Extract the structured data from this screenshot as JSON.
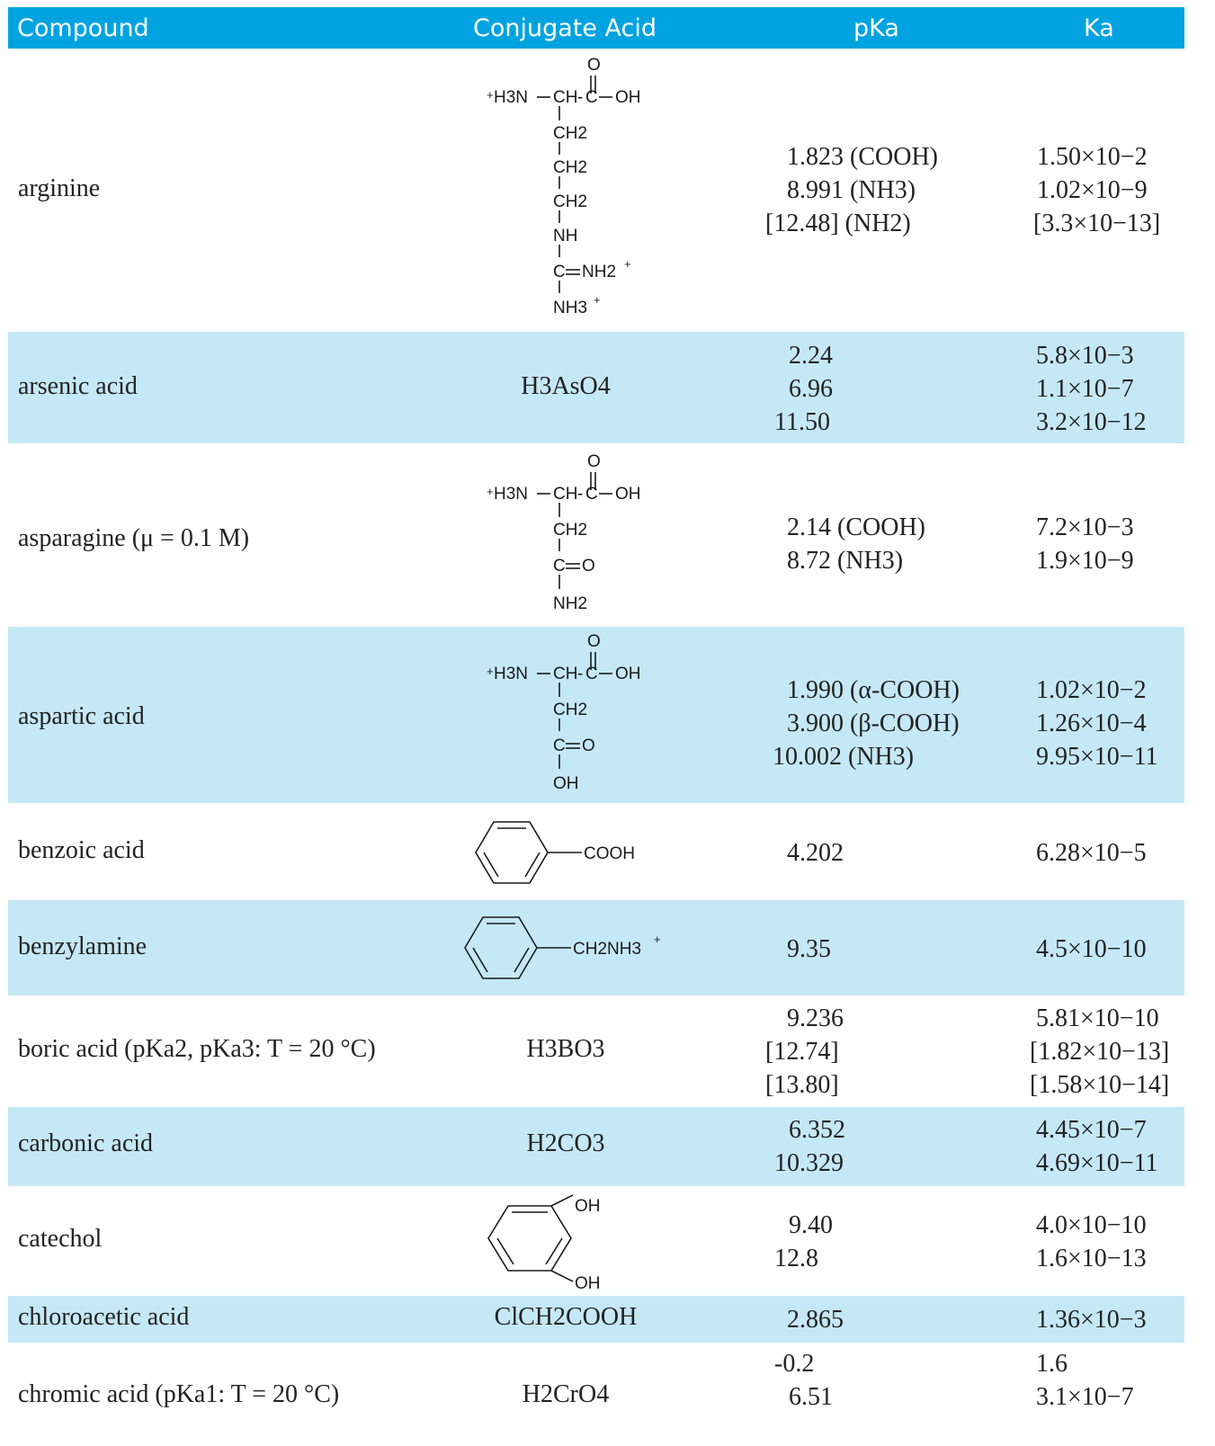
{
  "header": {
    "compound": "Compound",
    "conjugate_acid": "Conjugate Acid",
    "pka": "pKa",
    "ka": "Ka"
  },
  "structures": {
    "h3n": "H3N",
    "ch": "CH",
    "c": "C",
    "o": "O",
    "oh": "OH",
    "ch2": "CH2",
    "nh": "NH",
    "nh2": "NH2",
    "nh2plus": "NH2",
    "nh3plus": "NH3",
    "cooh": "COOH",
    "ch2nh3": "CH2NH3"
  },
  "rows": [
    {
      "compound": "arginine",
      "shaded": false,
      "pka": [
        "1.823 (COOH)",
        "8.991 (NH3)",
        "[12.48] (NH2)"
      ],
      "ka": [
        "1.50×10−2",
        "1.02×10−9",
        "[3.3×10−13]"
      ]
    },
    {
      "compound": "arsenic acid",
      "shaded": true,
      "formula": "H3AsO4",
      "pka": [
        "2.24",
        "6.96",
        "11.50"
      ],
      "ka": [
        "5.8×10−3",
        "1.1×10−7",
        "3.2×10−12"
      ]
    },
    {
      "compound": "asparagine (μ = 0.1 M)",
      "shaded": false,
      "pka": [
        "2.14 (COOH)",
        "8.72 (NH3)"
      ],
      "ka": [
        "7.2×10−3",
        "1.9×10−9"
      ]
    },
    {
      "compound": "aspartic acid",
      "shaded": true,
      "pka": [
        "1.990 (α-COOH)",
        "3.900 (β-COOH)",
        "10.002 (NH3)"
      ],
      "ka": [
        "1.02×10−2",
        "1.26×10−4",
        "9.95×10−11"
      ]
    },
    {
      "compound": "benzoic acid",
      "shaded": false,
      "pka": [
        "4.202"
      ],
      "ka": [
        "6.28×10−5"
      ]
    },
    {
      "compound": "benzylamine",
      "shaded": true,
      "pka": [
        "9.35"
      ],
      "ka": [
        "4.5×10−10"
      ]
    },
    {
      "compound": "boric acid (pKa2, pKa3: T = 20 °C)",
      "shaded": false,
      "formula": "H3BO3",
      "pka": [
        "9.236",
        "[12.74]",
        "[13.80]"
      ],
      "ka": [
        "5.81×10−10",
        "[1.82×10−13]",
        "[1.58×10−14]"
      ]
    },
    {
      "compound": "carbonic acid",
      "shaded": true,
      "formula": "H2CO3",
      "pka": [
        "6.352",
        "10.329"
      ],
      "ka": [
        "4.45×10−7",
        "4.69×10−11"
      ]
    },
    {
      "compound": "catechol",
      "shaded": false,
      "pka": [
        "9.40",
        "12.8"
      ],
      "ka": [
        "4.0×10−10",
        "1.6×10−13"
      ]
    },
    {
      "compound": "chloroacetic acid",
      "shaded": true,
      "formula": "ClCH2COOH",
      "pka": [
        "2.865"
      ],
      "ka": [
        "1.36×10−3"
      ]
    },
    {
      "compound": "chromic acid (pKa1: T = 20 °C)",
      "shaded": false,
      "formula": "H2CrO4",
      "pka": [
        "-0.2",
        "6.51"
      ],
      "ka": [
        "1.6",
        "3.1×10−7"
      ]
    }
  ]
}
